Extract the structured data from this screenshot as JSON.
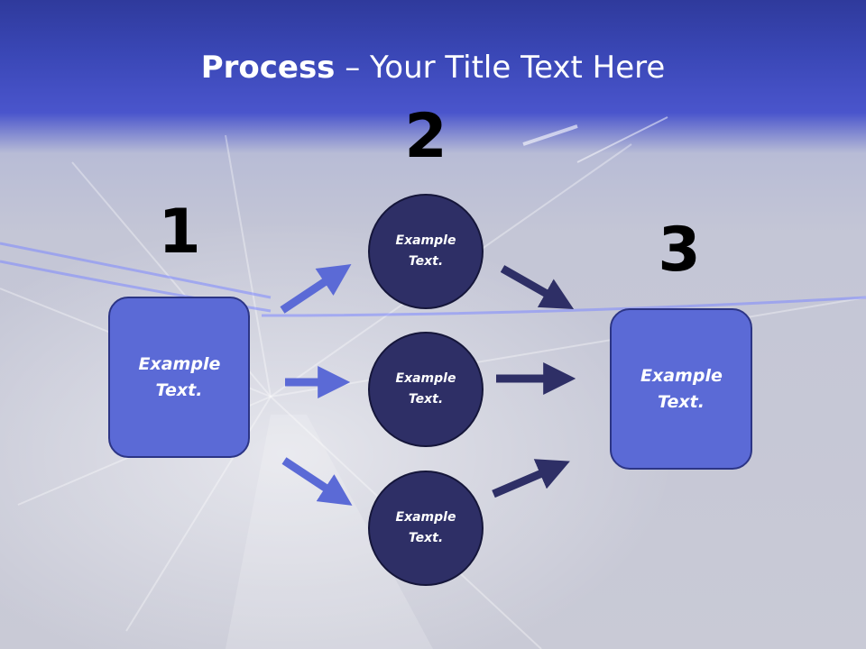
{
  "title": {
    "bold": "Process",
    "rest": " – Your Title Text Here"
  },
  "steps": [
    {
      "number": "1",
      "label": "Example Text."
    },
    {
      "number": "2",
      "labels": [
        "Example Text.",
        "Example Text.",
        "Example Text."
      ]
    },
    {
      "number": "3",
      "label": "Example Text."
    }
  ],
  "colors": {
    "header": "#3a47b6",
    "box": "#5b6ad6",
    "circle": "#2e2f66",
    "arrow_light": "#5b6ad6",
    "arrow_dark": "#2e2f66"
  }
}
